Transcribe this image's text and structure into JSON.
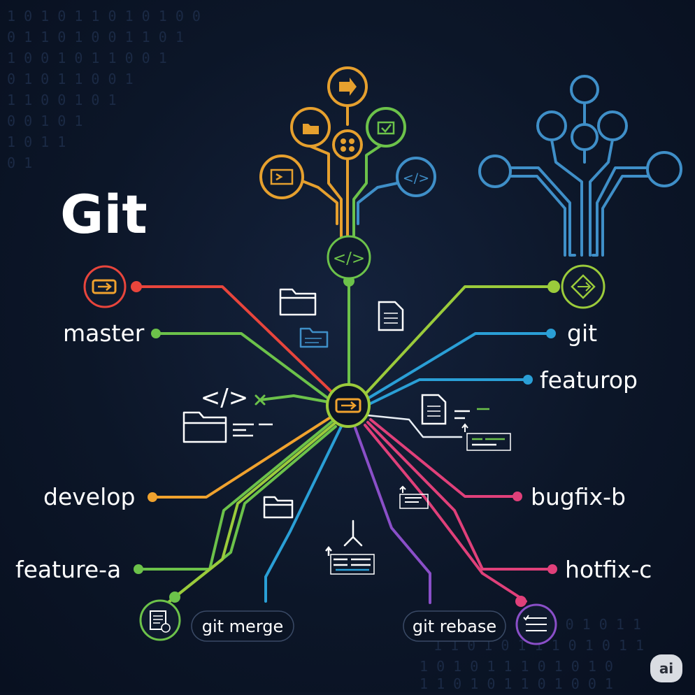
{
  "title": "Git",
  "branches": {
    "master": "master",
    "develop": "develop",
    "feature_a": "feature-a",
    "git": "git",
    "featurop": "featurop",
    "bugfix_b": "bugfix-b",
    "hotfix_c": "hotfix-c"
  },
  "commands": {
    "merge": "git merge",
    "rebase": "git rebase"
  },
  "code_glyph": "</>",
  "badge": "ai",
  "colors": {
    "background": "#0c1628",
    "red": "#e8453c",
    "green": "#6cc24a",
    "lime": "#9bcb3b",
    "orange": "#f0a22e",
    "blue": "#2a9fd6",
    "steel_blue": "#3f8fc8",
    "purple": "#8a4fc8",
    "pink": "#e0407a",
    "white": "#ffffff"
  },
  "icons": [
    "hub-icon",
    "code-icon",
    "folder-icon",
    "document-icon",
    "cross-icon",
    "merge-arrow-icon",
    "transfer-icon",
    "checklist-icon",
    "git-logo-icon",
    "tree-icon",
    "badge-icon"
  ]
}
